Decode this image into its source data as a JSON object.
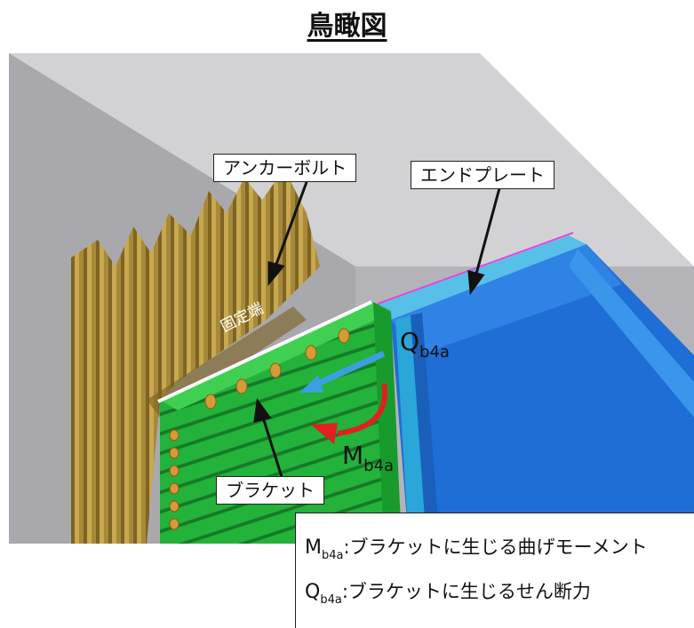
{
  "title": "鳥瞰図",
  "labels": {
    "anchor_bolt": "アンカーボルト",
    "end_plate": "エンドプレート",
    "bracket": "ブラケット",
    "fixed_end": "固定端"
  },
  "forces": {
    "shear": {
      "symbol": "Q",
      "subscript": "b4a"
    },
    "moment": {
      "symbol": "M",
      "subscript": "b4a"
    }
  },
  "legend": [
    {
      "symbol": "M",
      "subscript": "b4a",
      "text": ":ブラケットに生じる曲げモーメント"
    },
    {
      "symbol": "Q",
      "subscript": "b4a",
      "text": ":ブラケットに生じるせん断力"
    }
  ],
  "colors": {
    "concrete": "#c3c3c6",
    "anchor_bolt": "#a8893a",
    "bracket": "#23b23a",
    "end_plate": "#1f6ed6",
    "shear_arrow": "#3aa0e0",
    "moment_arrow": "#e02020"
  }
}
